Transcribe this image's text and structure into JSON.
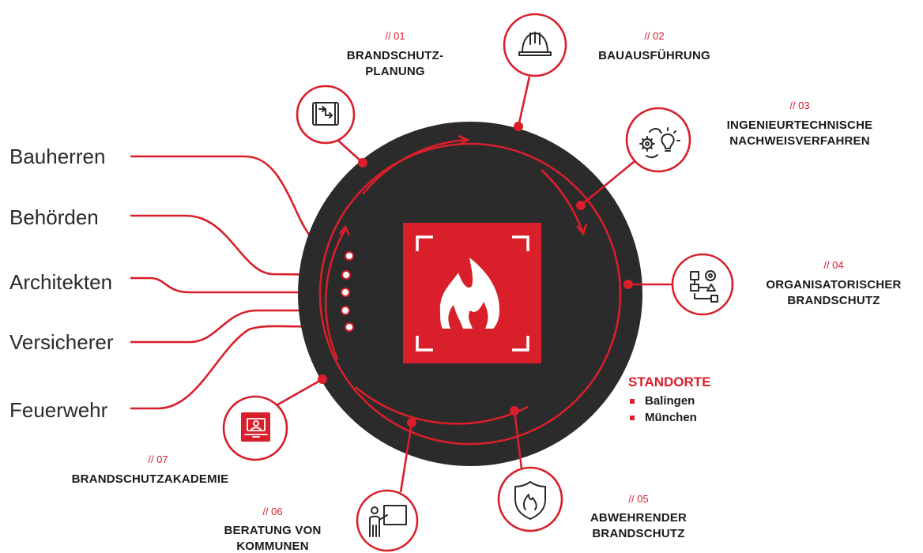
{
  "stakeholders": [
    "Bauherren",
    "Behörden",
    "Architekten",
    "Versicherer",
    "Feuerwehr"
  ],
  "services": [
    {
      "number": "// 01",
      "lines": [
        "BRANDSCHUTZ-",
        "PLANUNG"
      ],
      "icon": "blueprint-icon"
    },
    {
      "number": "// 02",
      "lines": [
        "BAUAUSFÜHRUNG"
      ],
      "icon": "hard-hat-icon"
    },
    {
      "number": "// 03",
      "lines": [
        "INGENIEURTECHNISCHE",
        "NACHWEISVERFAHREN"
      ],
      "icon": "gear-lightbulb-icon"
    },
    {
      "number": "// 04",
      "lines": [
        "ORGANISATORISCHER",
        "BRANDSCHUTZ"
      ],
      "icon": "workflow-icon"
    },
    {
      "number": "// 05",
      "lines": [
        "ABWEHRENDER",
        "BRANDSCHUTZ"
      ],
      "icon": "shield-flame-icon"
    },
    {
      "number": "// 06",
      "lines": [
        "BERATUNG VON",
        "KOMMUNEN"
      ],
      "icon": "presenter-board-icon"
    },
    {
      "number": "// 07",
      "lines": [
        "BRANDSCHUTZAKADEMIE"
      ],
      "icon": "teacher-icon"
    }
  ],
  "locations": {
    "title": "STANDORTE",
    "items": [
      "Balingen",
      "München"
    ]
  },
  "center": {
    "icon": "flame-logo-icon"
  },
  "colors": {
    "accent": "#d81f2a",
    "disc": "#2b2b2b",
    "text": "#1a1a1a"
  }
}
